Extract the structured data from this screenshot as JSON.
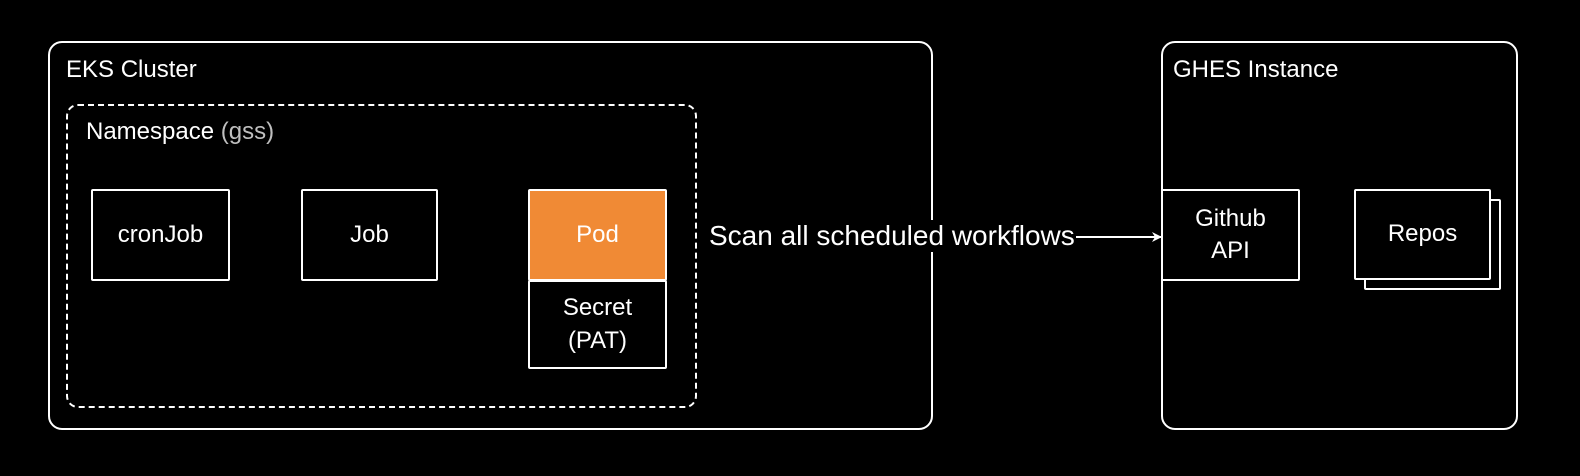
{
  "colors": {
    "background": "#000000",
    "stroke": "#ffffff",
    "pod_fill": "#f08a35",
    "muted_text": "#bfbfbf"
  },
  "eks_cluster": {
    "title": "EKS Cluster",
    "namespace": {
      "label": "Namespace",
      "name": "(gss)"
    },
    "nodes": {
      "cronjob": "cronJob",
      "job": "Job",
      "pod": "Pod",
      "secret_line1": "Secret",
      "secret_line2": "(PAT)"
    }
  },
  "edge_label": "Scan all scheduled workflows",
  "ghes_instance": {
    "title": "GHES Instance",
    "nodes": {
      "api_line1": "Github",
      "api_line2": "API",
      "repos": "Repos"
    }
  }
}
